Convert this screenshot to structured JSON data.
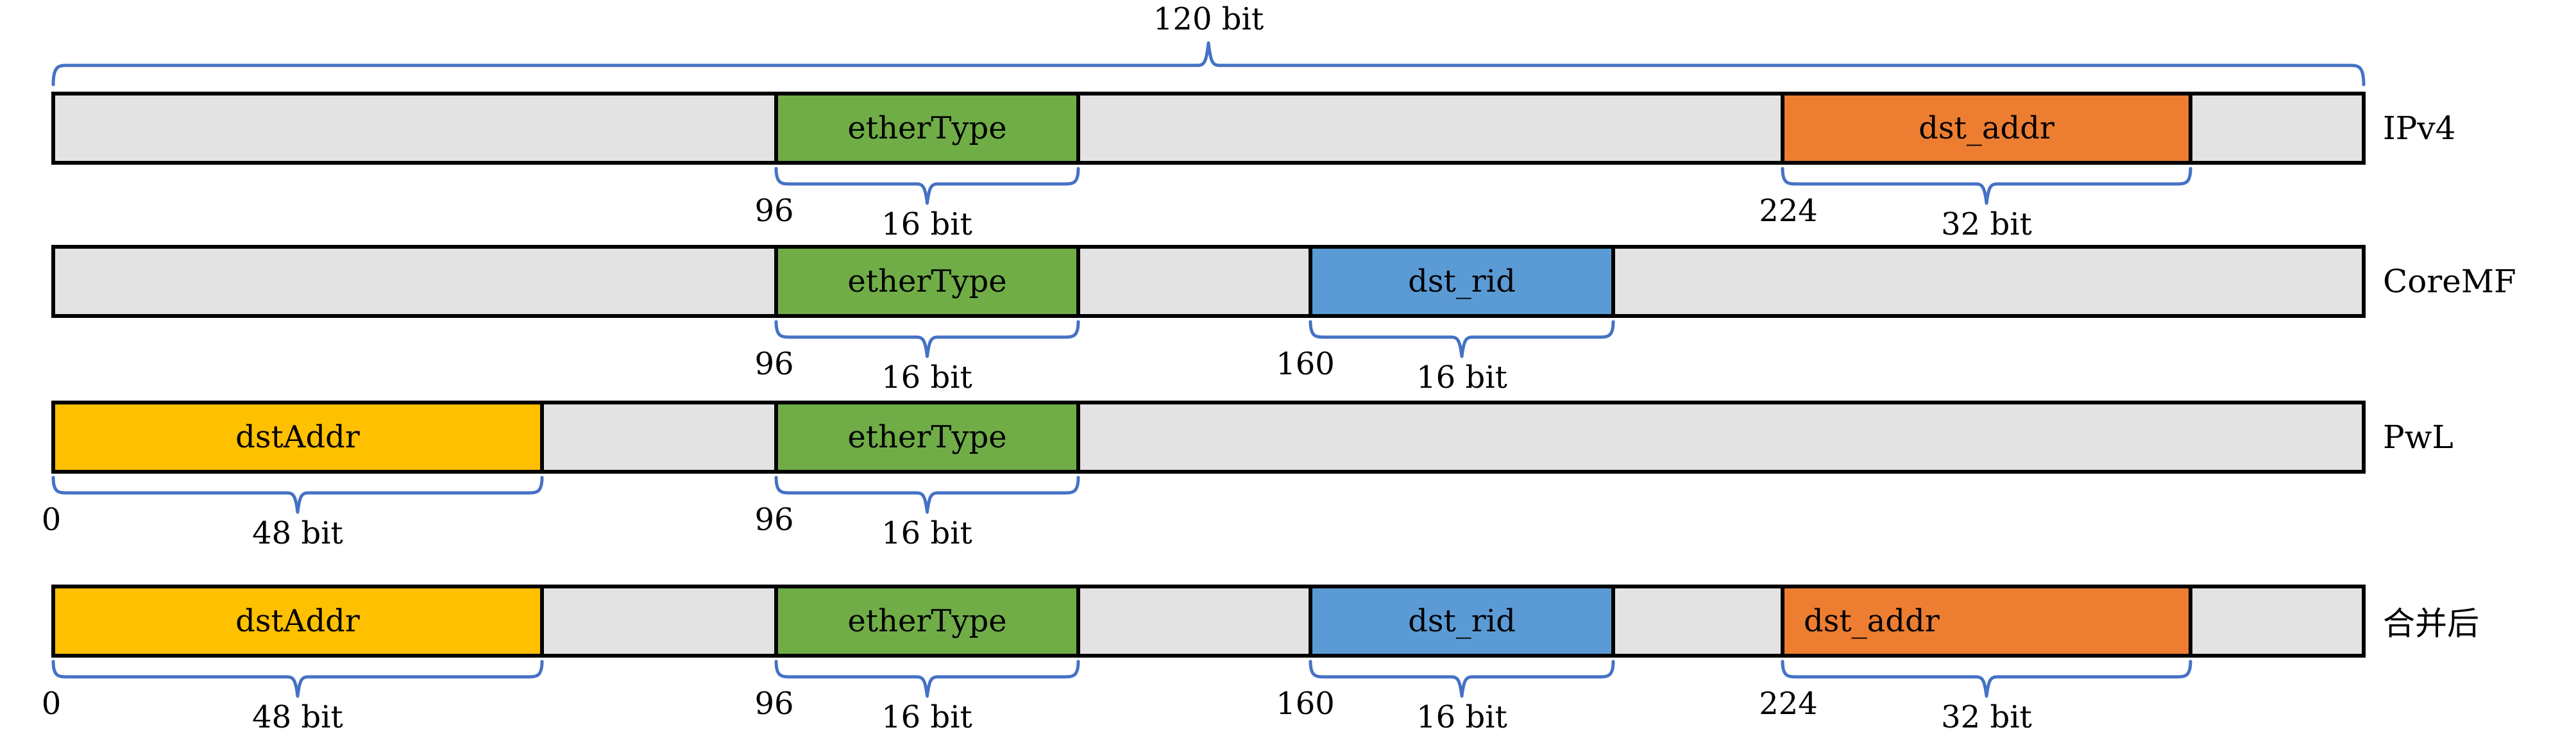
{
  "figure": {
    "total_brace_label": "120 bit"
  },
  "colors": {
    "bar_background": "#E3E3E3",
    "bar_border": "#000000",
    "brace_blue": "#4472C4",
    "field_green": "#70AD47",
    "field_orange": "#ED7D31",
    "field_blue": "#5B9BD5",
    "field_yellow": "#FFC000",
    "text": "#000000"
  },
  "rows": [
    {
      "name": "IPv4",
      "segments": [
        {
          "field": "etherType",
          "color": "green",
          "offset": "96",
          "width_label": "16 bit"
        },
        {
          "field": "dst_addr",
          "color": "orange",
          "offset": "224",
          "width_label": "32 bit"
        }
      ]
    },
    {
      "name": "CoreMF",
      "segments": [
        {
          "field": "etherType",
          "color": "green",
          "offset": "96",
          "width_label": "16 bit"
        },
        {
          "field": "dst_rid",
          "color": "blue",
          "offset": "160",
          "width_label": "16 bit"
        }
      ]
    },
    {
      "name": "PwL",
      "segments": [
        {
          "field": "dstAddr",
          "color": "yellow",
          "offset": "0",
          "width_label": "48 bit"
        },
        {
          "field": "etherType",
          "color": "green",
          "offset": "96",
          "width_label": "16 bit"
        }
      ]
    },
    {
      "name": "合并后",
      "segments": [
        {
          "field": "dstAddr",
          "color": "yellow",
          "offset": "0",
          "width_label": "48 bit"
        },
        {
          "field": "etherType",
          "color": "green",
          "offset": "96",
          "width_label": "16 bit"
        },
        {
          "field": "dst_rid",
          "color": "blue",
          "offset": "160",
          "width_label": "16 bit"
        },
        {
          "field": "dst_addr",
          "color": "orange",
          "offset": "224",
          "width_label": "32 bit"
        }
      ]
    }
  ]
}
